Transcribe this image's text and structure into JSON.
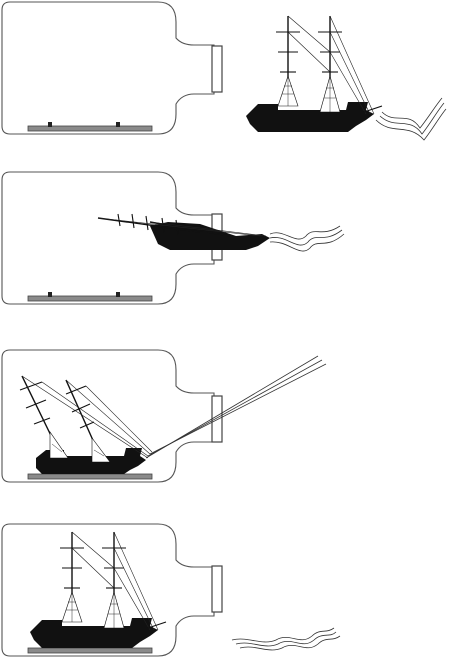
{
  "figure": {
    "description_visible_text": "",
    "steps": [
      {
        "id": "step-1",
        "ship_state": "assembled-outside",
        "masts": "raised"
      },
      {
        "id": "step-2",
        "ship_state": "inserting-through-neck",
        "masts": "folded"
      },
      {
        "id": "step-3",
        "ship_state": "inside-raising-masts",
        "masts": "raised"
      },
      {
        "id": "step-4",
        "ship_state": "finished-threads-cut",
        "masts": "raised"
      }
    ]
  },
  "colors": {
    "outline": "#555555",
    "hull": "#111111",
    "plank": "#8a8a8a",
    "background": "#ffffff"
  }
}
